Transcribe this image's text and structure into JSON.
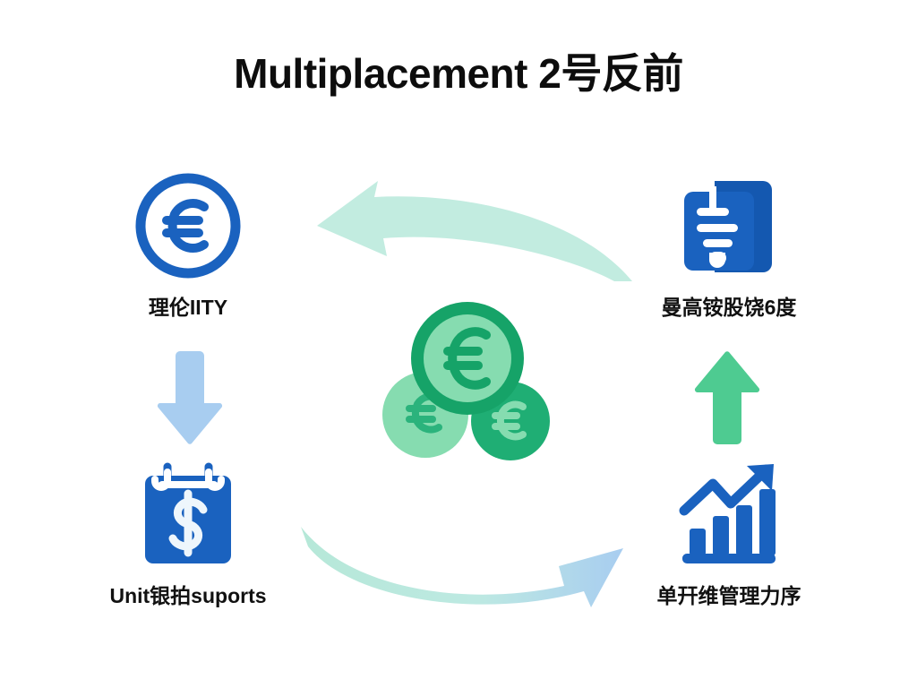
{
  "page": {
    "background_color": "#ffffff",
    "title": "Multiplacement 2号反前"
  },
  "palette": {
    "title_color": "#0d0d0d",
    "label_color": "#111111",
    "brand_blue": "#1a62bf",
    "brand_blue_dark": "#1458b0",
    "coin_green_dark": "#16a368",
    "coin_green_mid": "#3bc08a",
    "coin_green_light": "#86dcb0",
    "arrow_mint": "#c2ece0",
    "arrow_blue_light": "#a8cdf0",
    "arrow_green": "#4ecb91"
  },
  "nodes": [
    {
      "id": "top-left",
      "icon": "euro-circle-icon",
      "icon_color": "#1a62bf",
      "label": "理伦IITY"
    },
    {
      "id": "top-right",
      "icon": "document-stack-icon",
      "icon_color": "#1a62bf",
      "label": "曼高铵股饶6度"
    },
    {
      "id": "bottom-left",
      "icon": "calendar-dollar-icon",
      "icon_color": "#1a62bf",
      "label": "Unit银拍suports"
    },
    {
      "id": "bottom-right",
      "icon": "growth-bar-chart-icon",
      "icon_color": "#1a62bf",
      "label": "单幵维管理力序"
    }
  ],
  "center": {
    "icon": "euro-coins-icon",
    "coins": [
      {
        "name": "coin-large",
        "symbol": "€",
        "ring_color": "#16a368",
        "face_color": "#86dcb0"
      },
      {
        "name": "coin-left",
        "symbol": "€",
        "face_color": "#86dcb0",
        "symbol_color": "#2bb37c"
      },
      {
        "name": "coin-right",
        "symbol": "€",
        "face_color": "#1fae74",
        "symbol_color": "#86dcb0"
      }
    ]
  },
  "arrows": [
    {
      "id": "arrow-top",
      "icon": "curved-arrow-left-icon",
      "direction": "left",
      "color": "#c2ece0"
    },
    {
      "id": "arrow-bottom",
      "icon": "curved-arrow-right-icon",
      "direction": "right",
      "color_start": "#b6e8d8",
      "color_end": "#a8cdf0"
    },
    {
      "id": "arrow-left",
      "icon": "arrow-down-icon",
      "direction": "down",
      "color": "#a8cdf0"
    },
    {
      "id": "arrow-right",
      "icon": "arrow-up-icon",
      "direction": "up",
      "color": "#4ecb91"
    }
  ]
}
